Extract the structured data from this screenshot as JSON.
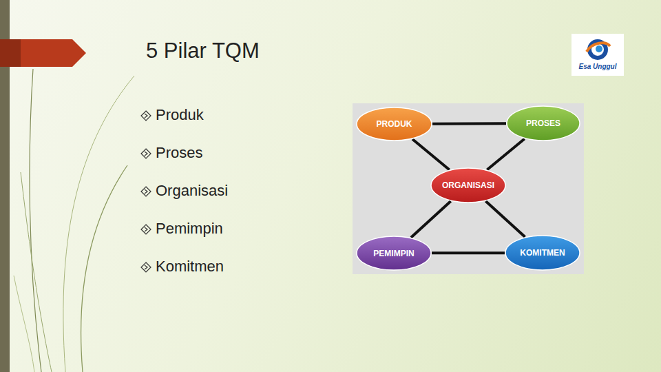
{
  "diagram": {
    "title": "5 Pilar TQM",
    "nodes": [
      {
        "text": [
          "PRODUK"
        ]
      },
      {
        "text": [
          "PROSES"
        ]
      },
      {
        "text": [
          "ORGANISASI"
        ]
      },
      {
        "text": [
          "PEMIMPIN"
        ]
      },
      {
        "text": [
          "KOMITMEN"
        ]
      }
    ],
    "edges": [
      {
        "from": 0,
        "to": 1,
        "arrow": "none"
      },
      {
        "from": 0,
        "to": 2,
        "arrow": "none"
      },
      {
        "from": 1,
        "to": 2,
        "arrow": "none"
      },
      {
        "from": 2,
        "to": 3,
        "arrow": "none"
      },
      {
        "from": 2,
        "to": 4,
        "arrow": "none"
      },
      {
        "from": 3,
        "to": 4,
        "arrow": "none"
      }
    ],
    "labels": [
      "Produk",
      "Proses",
      "Organisasi",
      "Pemimpin",
      "Komitmen",
      "Esa Unggul"
    ]
  }
}
